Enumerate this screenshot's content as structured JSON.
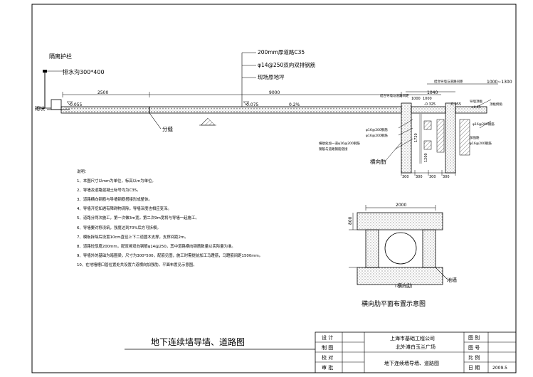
{
  "section_labels": {
    "barrier": "隔离护栏",
    "ditch": "排水沟300*400",
    "curb": "砌块",
    "road_thick": "200mm厚道路C35",
    "rebar": "φ14@250双向双排钢筋",
    "subgrade": "现场原地坪",
    "joint": "分缝",
    "slope": "0.2%",
    "level_left": "-0.055",
    "level_mid": "-0.075",
    "level_right": "-0.325",
    "level_wall": "-0.055",
    "dim_left": "2500",
    "dim_mid": "9000",
    "dim_right": "1040",
    "dim_combo": "结合导墙与道路间距",
    "dim_combo_val": "1000~1300",
    "dim_small_a": "1000",
    "dim_small_b": "1000",
    "dim_under_a": "300",
    "dim_under_b": "300",
    "dim_under_c": "300",
    "dim_under_d": "300",
    "dim_vert": "1720",
    "dim_vert2": "1200",
    "rebar_a": "φ16@200钢筋",
    "rebar_b": "φ16@200钢筋",
    "note_rib": "横肋处加一道φ16@200钢筋",
    "note_rib2": "钢筋与道路钢筋搭接",
    "rib_label": "横向肋",
    "slab_label": "导墙顶板",
    "rebar_c": "φ16@200钢筋",
    "fill_label": "加强筋",
    "level_top": "±0.15",
    "rebar_d": "φ16@200钢筋",
    "wall_note": "顶板倒角",
    "small_text": "结合导墙与道路间距"
  },
  "notes": {
    "title": "说明：",
    "items": [
      "1、本图尺寸以mm为单位，标高以m为单位。",
      "2、导墙及道路混凝土标号均为C35。",
      "3、道路横向钢筋与导墙钢筋搭接形成整体。",
      "4、导墙开挖如遇有障碍物清除，导墙深度也相应变深。",
      "5、道路分两次施工，第一次做3m宽，第二次9m宽将与导墙一起施工。",
      "6、导墙要对称浇筑，强度达到70%后方可拆模。",
      "7、模板拆除后设置10cm直径上下二道圆木支撑，支撑间距2m。",
      "8、道路砼厚度200mm，配双排双向钢筋φ14@250，其中道路横向钢筋数量以实际量为准。",
      "9、导墙外的基础为暗圈梁，尺寸为300*500，配筋见图，施工时需提前加工马蹬筋，马蹬筋间距1500mm。",
      "10、在地墙槽口管位置处共设置六道横向加强肋，平面布置见示意图。"
    ]
  },
  "plan": {
    "dim_top": "2000",
    "dim_side": "800",
    "rib_label": "横向肋",
    "wall_label": "地墙",
    "caption": "横向肋平面布置示意图"
  },
  "title_block": {
    "drawing_title": "地下连续墙导墙、道路图",
    "rows": [
      "设  计",
      "制  图",
      "校  对",
      "审  批"
    ],
    "company": "上海市基础工程公司",
    "project": "北外滩白玉兰广场",
    "drawing_name": "地下连续墙导墙、道路图",
    "fields": [
      "图  别",
      "图  号",
      "比  例",
      "日  期"
    ],
    "date": "2009.5"
  }
}
